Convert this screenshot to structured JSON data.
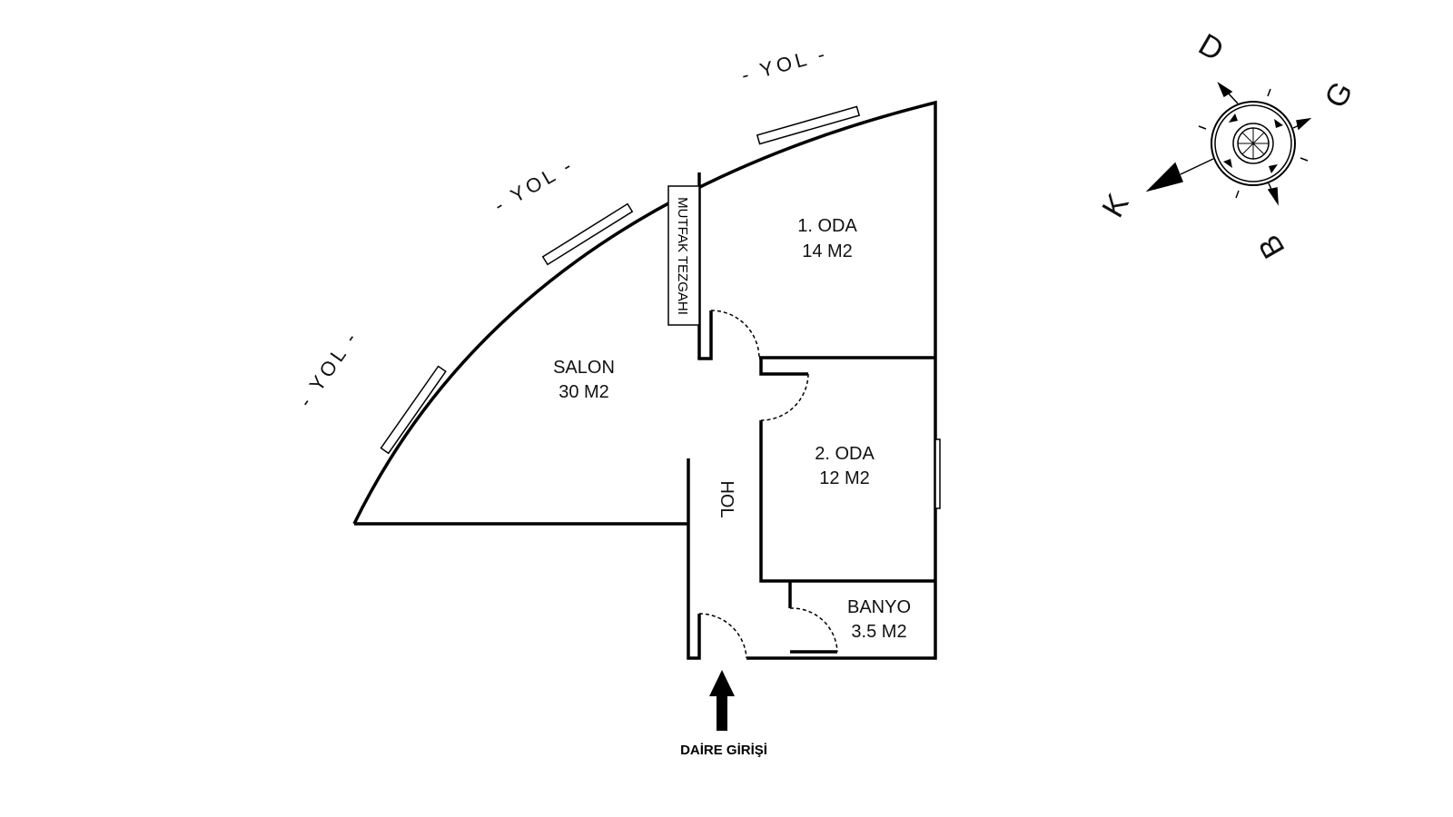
{
  "plan": {
    "street_labels": [
      "- YOL -",
      "- YOL -",
      "- YOL -"
    ],
    "rooms": [
      {
        "name": "SALON",
        "area": "30 M2"
      },
      {
        "name": "1. ODA",
        "area": "14 M2"
      },
      {
        "name": "2. ODA",
        "area": "12 M2"
      },
      {
        "name": "BANYO",
        "area": "3.5 M2"
      }
    ],
    "hall_label": "HOL",
    "kitchen_counter_label": "MUTFAK TEZGAHI",
    "entrance_label": "DAİRE GİRİŞİ"
  },
  "compass": {
    "north": "K",
    "south": "G",
    "east": "D",
    "west": "B"
  }
}
